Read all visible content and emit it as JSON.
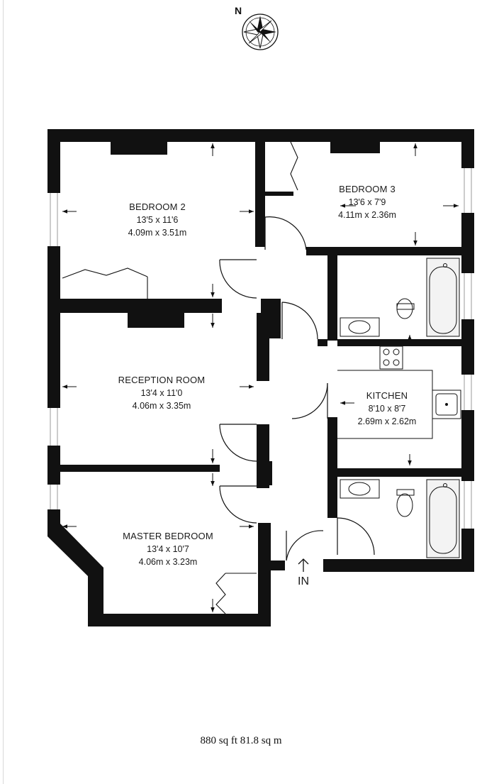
{
  "compass": {
    "label": "N"
  },
  "rooms": [
    {
      "name": "BEDROOM 2",
      "imperial": "13'5 x 11'6",
      "metric": "4.09m x 3.51m"
    },
    {
      "name": "BEDROOM 3",
      "imperial": "13'6 x 7'9",
      "metric": "4.11m x 2.36m"
    },
    {
      "name": "RECEPTION ROOM",
      "imperial": "13'4 x 11'0",
      "metric": "4.06m x 3.35m"
    },
    {
      "name": "KITCHEN",
      "imperial": "8'10 x 8'7",
      "metric": "2.69m x 2.62m"
    },
    {
      "name": "MASTER BEDROOM",
      "imperial": "13'4 x 10'7",
      "metric": "4.06m x 3.23m"
    }
  ],
  "entrance": {
    "label": "IN"
  },
  "total_area": "880 sq ft 81.8 sq m"
}
